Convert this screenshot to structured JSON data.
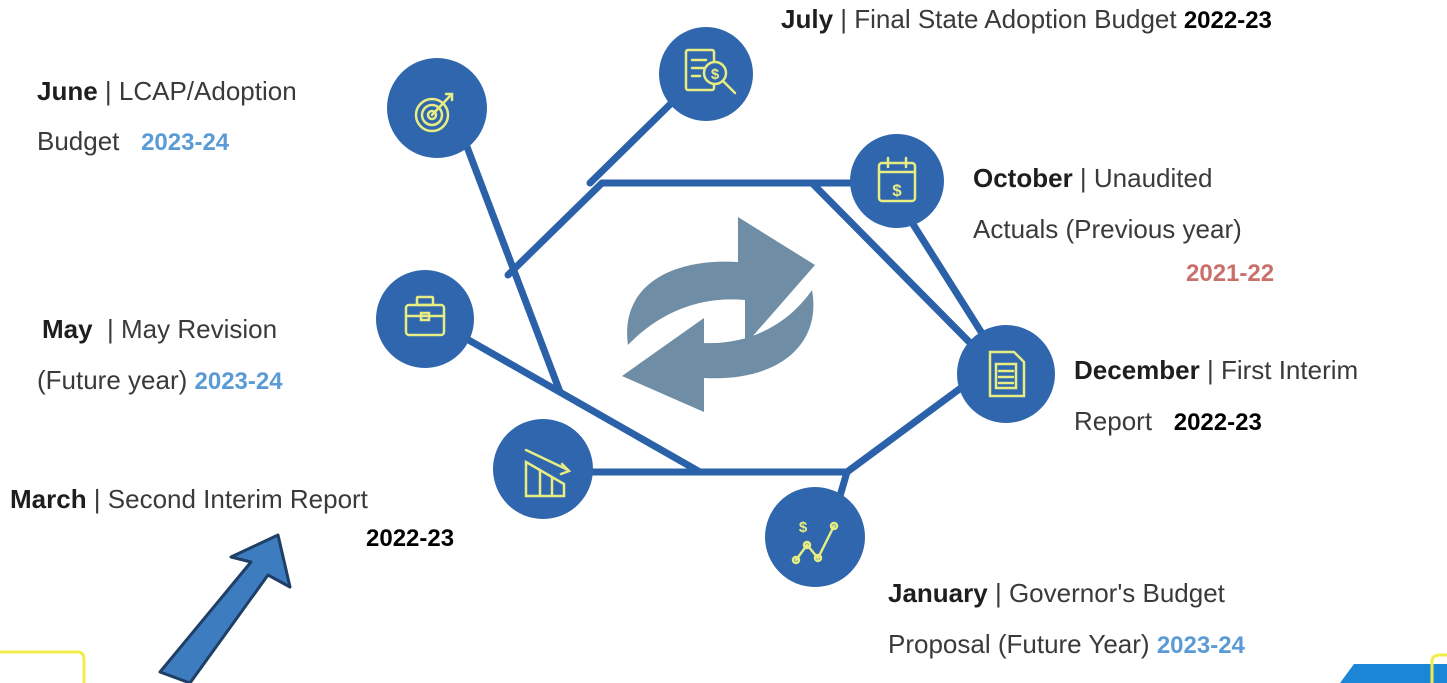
{
  "colors": {
    "node_fill": "#2f66ad",
    "connector": "#2a61a8",
    "icon_stroke": "#e7ed82",
    "cycle_arrows": "#6f8ea5",
    "pointer_arrow": "#3d7cbf",
    "year_blue": "#5b9bd5",
    "year_black": "#000000",
    "year_red": "#c9706b"
  },
  "diagram": {
    "center_icon": "refresh-cycle-icon",
    "nodes": [
      {
        "id": "july",
        "month": "July",
        "sep": " | ",
        "desc1": "Final State Adoption Budget",
        "desc2": "",
        "year": "2022-23",
        "year_color": "black",
        "icon": "document-magnifier-dollar-icon"
      },
      {
        "id": "june",
        "month": "June",
        "sep": " | ",
        "desc1": "LCAP/Adoption",
        "desc2": "Budget",
        "year": "2023-24",
        "year_color": "blue",
        "icon": "target-dart-icon"
      },
      {
        "id": "october",
        "month": "October",
        "sep": " | ",
        "desc1": "Unaudited",
        "desc2": "Actuals (Previous year)",
        "year": "2021-22",
        "year_color": "red",
        "icon": "calendar-dollar-icon"
      },
      {
        "id": "may",
        "month": "May",
        "sep": "  | ",
        "desc1": "May Revision",
        "desc2": "(Future year)",
        "year": "2023-24",
        "year_color": "blue",
        "icon": "briefcase-icon"
      },
      {
        "id": "december",
        "month": "December",
        "sep": " | ",
        "desc1": "First Interim",
        "desc2": "Report",
        "year": "2022-23",
        "year_color": "black",
        "icon": "document-lines-icon"
      },
      {
        "id": "march",
        "month": "March",
        "sep": " | ",
        "desc1": "Second Interim Report",
        "desc2": "",
        "year": "2022-23",
        "year_color": "black",
        "icon": "declining-chart-icon"
      },
      {
        "id": "january",
        "month": "January",
        "sep": " | ",
        "desc1": "Governor's Budget",
        "desc2": "Proposal (Future Year)",
        "year": "2023-24",
        "year_color": "blue",
        "icon": "dollar-trend-icon"
      }
    ]
  }
}
